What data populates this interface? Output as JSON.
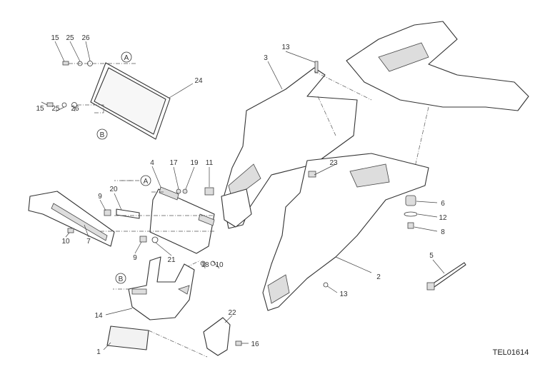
{
  "drawing_code": "TEL01614",
  "reference_markers": {
    "a": "A",
    "b": "B"
  },
  "callouts": [
    "15",
    "25",
    "26",
    "24",
    "15",
    "25",
    "26",
    "3",
    "13",
    "4",
    "17",
    "19",
    "11",
    "23",
    "9",
    "20",
    "6",
    "12",
    "8",
    "10",
    "7",
    "9",
    "21",
    "18",
    "10",
    "2",
    "13",
    "5",
    "14",
    "22",
    "1",
    "16"
  ]
}
